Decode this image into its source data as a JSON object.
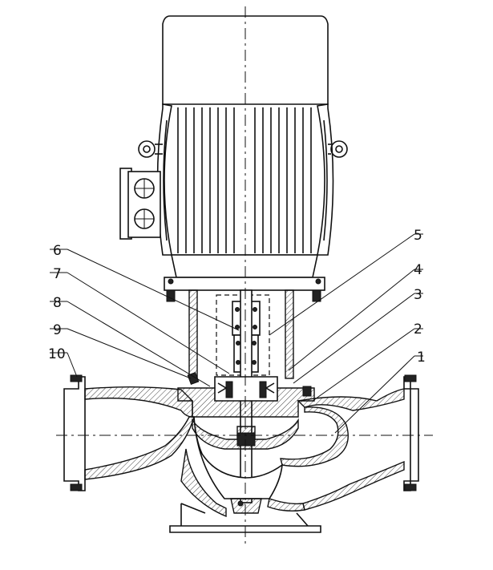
{
  "callouts": [
    {
      "label": "1"
    },
    {
      "label": "2"
    },
    {
      "label": "3"
    },
    {
      "label": "4"
    },
    {
      "label": "5"
    },
    {
      "label": "6"
    },
    {
      "label": "7"
    },
    {
      "label": "8"
    },
    {
      "label": "9"
    },
    {
      "label": "10"
    }
  ]
}
